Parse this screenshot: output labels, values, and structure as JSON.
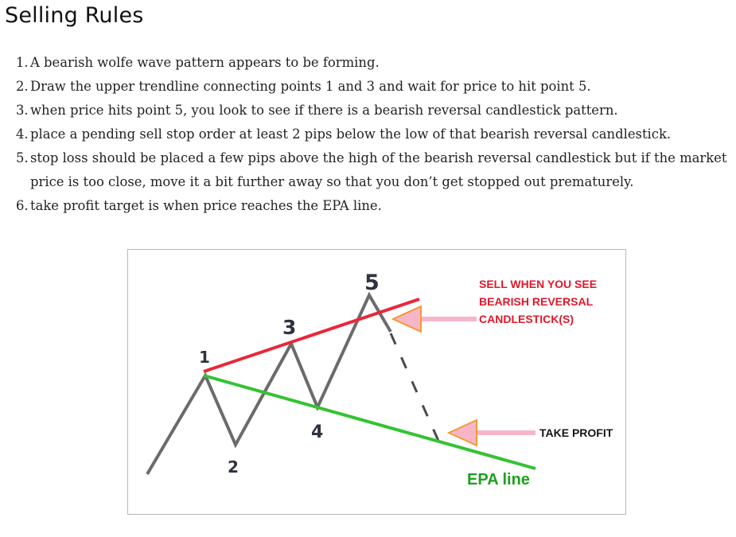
{
  "page": {
    "title": "Selling Rules"
  },
  "rules": [
    {
      "num": "1.",
      "text": "A bearish wolfe wave pattern appears to be forming."
    },
    {
      "num": "2.",
      "text": "Draw the upper trendline connecting points 1 and 3 and wait for price to hit point 5."
    },
    {
      "num": "3.",
      "text": "when price hits point 5, you look to see if there is a bearish reversal candlestick pattern."
    },
    {
      "num": "4.",
      "text": "place a pending sell stop order at least 2 pips below the low of that bearish reversal candlestick."
    },
    {
      "num": "5.",
      "text": "stop loss should be placed a few pips above the high of the bearish reversal candlestick but if the market price is too close, move it a bit further away so that you don’t get stopped out prematurely."
    },
    {
      "num": "6.",
      "text": "take profit target is when price reaches the EPA line."
    }
  ],
  "diagram": {
    "point_labels": [
      "1",
      "2",
      "3",
      "4",
      "5"
    ],
    "sell_label_lines": [
      "SELL WHEN YOU SEE",
      "BEARISH REVERSAL",
      "CANDLESTICK(S)"
    ],
    "take_profit_label": "TAKE PROFIT",
    "epa_label": "EPA line",
    "colors": {
      "price_line": "#6b6b6b",
      "upper_trendline": "#e8283a",
      "epa_line": "#35c235",
      "arrow_fill": "#f7b6c8",
      "arrow_outline": "#f29a34",
      "sell_text": "#e0182b",
      "epa_text": "#1ea01e"
    },
    "icons": [
      "left-arrow-icon",
      "left-arrow-icon"
    ]
  }
}
